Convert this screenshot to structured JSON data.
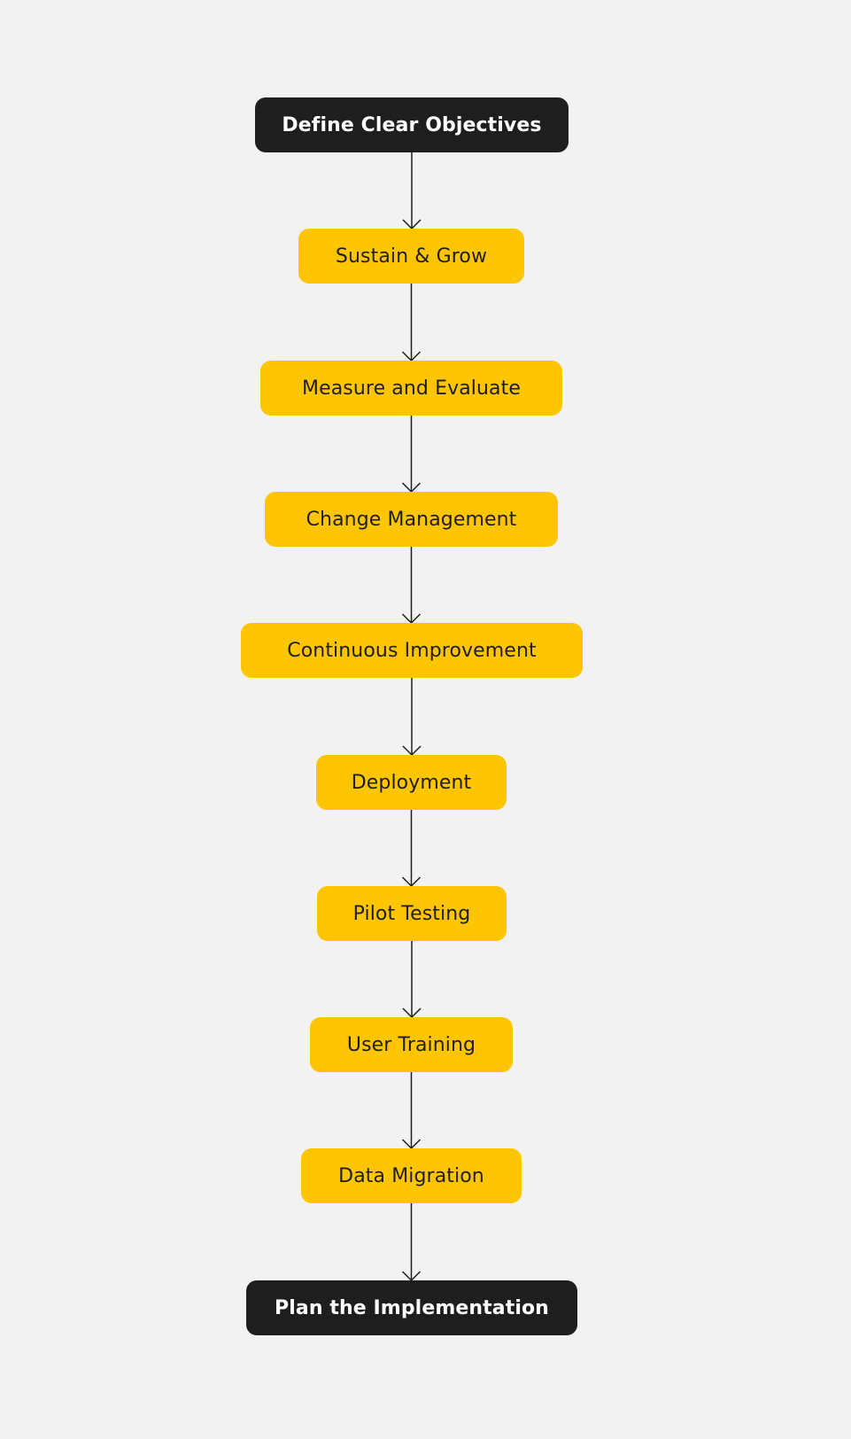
{
  "diagram": {
    "type": "flowchart",
    "colors": {
      "background": "#f2f2f2",
      "terminal_fill": "#1e1e1e",
      "terminal_text": "#ffffff",
      "step_fill": "#ffc500",
      "step_text": "#1e1e1e",
      "connector": "#1e1e1e"
    },
    "nodes": [
      {
        "id": "n1",
        "label": "Define Clear Objectives",
        "style": "terminal"
      },
      {
        "id": "n2",
        "label": "Sustain & Grow",
        "style": "step"
      },
      {
        "id": "n3",
        "label": "Measure and Evaluate",
        "style": "step"
      },
      {
        "id": "n4",
        "label": "Change Management",
        "style": "step"
      },
      {
        "id": "n5",
        "label": "Continuous Improvement",
        "style": "step"
      },
      {
        "id": "n6",
        "label": "Deployment",
        "style": "step"
      },
      {
        "id": "n7",
        "label": "Pilot Testing",
        "style": "step"
      },
      {
        "id": "n8",
        "label": "User Training",
        "style": "step"
      },
      {
        "id": "n9",
        "label": "Data Migration",
        "style": "step"
      },
      {
        "id": "n10",
        "label": "Plan the Implementation",
        "style": "terminal"
      }
    ],
    "edges": [
      {
        "from": "n1",
        "to": "n2"
      },
      {
        "from": "n2",
        "to": "n3"
      },
      {
        "from": "n3",
        "to": "n4"
      },
      {
        "from": "n4",
        "to": "n5"
      },
      {
        "from": "n5",
        "to": "n6"
      },
      {
        "from": "n6",
        "to": "n7"
      },
      {
        "from": "n7",
        "to": "n8"
      },
      {
        "from": "n8",
        "to": "n9"
      },
      {
        "from": "n9",
        "to": "n10"
      }
    ]
  }
}
